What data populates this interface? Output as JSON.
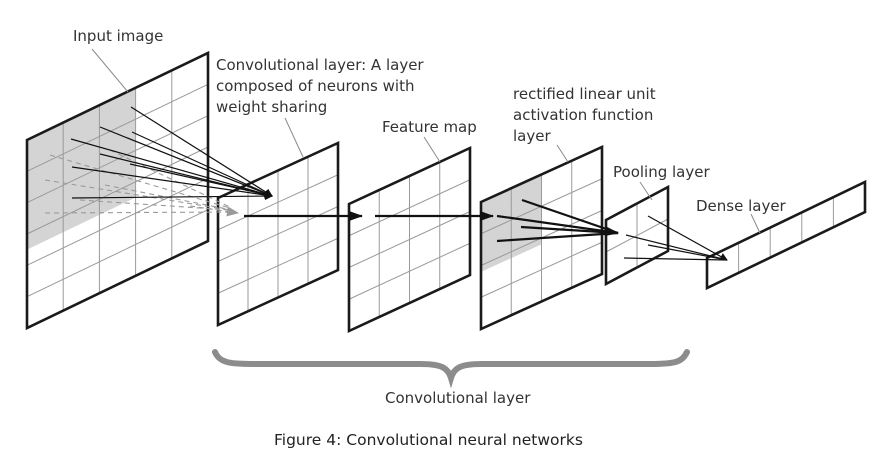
{
  "figure": {
    "caption": "Figure 4:  Convolutional neural networks",
    "brace_label": "Convolutional layer"
  },
  "labels": {
    "input_image": "Input image",
    "conv_layer_line1": "Convolutional layer: A layer",
    "conv_layer_line2": "composed of neurons with",
    "conv_layer_line3": "weight sharing",
    "feature_map": "Feature map",
    "relu_line1": "rectified linear unit",
    "relu_line2": "activation function",
    "relu_line3": "layer",
    "pooling_layer": "Pooling layer",
    "dense_layer": "Dense layer"
  },
  "layers": [
    {
      "name": "Input image",
      "cols": 5,
      "rows": 6,
      "highlighted": "receptive field (shaded 3x3 top-left region)"
    },
    {
      "name": "Convolutional layer",
      "cols": 4,
      "rows": 4
    },
    {
      "name": "Feature map",
      "cols": 4,
      "rows": 4
    },
    {
      "name": "ReLU activation layer",
      "cols": 4,
      "rows": 4,
      "highlighted": "shaded 2x2 top-left region"
    },
    {
      "name": "Pooling layer",
      "cols": 2,
      "rows": 2
    },
    {
      "name": "Dense layer",
      "cols": 5,
      "rows": 1
    }
  ],
  "colors": {
    "frame": "#1a1a1a",
    "grid": "#9a9a9a",
    "shade": "#d4d4d4",
    "brace": "#8c8c8c"
  }
}
